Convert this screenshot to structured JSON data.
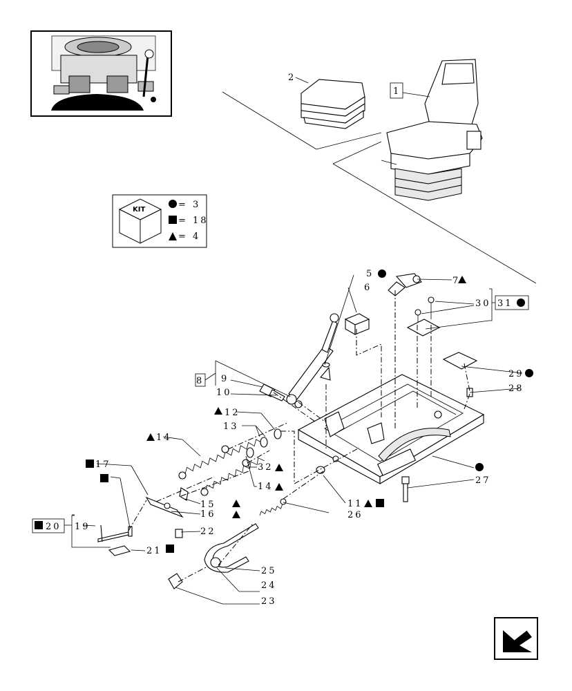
{
  "kit": {
    "label": "KIT",
    "legend": [
      {
        "symbol": "circle",
        "icon": "filled-circle-icon",
        "text": "= 3"
      },
      {
        "symbol": "square",
        "icon": "filled-square-icon",
        "text": "= 18"
      },
      {
        "symbol": "triangle",
        "icon": "filled-triangle-icon",
        "text": "= 4"
      }
    ]
  },
  "callouts": {
    "c1": "1",
    "c2": "2",
    "c5": "5",
    "c6": "6",
    "c7": "7",
    "c8": "8",
    "c9": "9",
    "c10": "10",
    "c11": "11",
    "c12": "12",
    "c13": "13",
    "c14a": "14",
    "c14b": "14",
    "c15": "15",
    "c16": "16",
    "c17": "17",
    "c19": "19",
    "c20": "20",
    "c21": "21",
    "c22": "22",
    "c23": "23",
    "c24": "24",
    "c25": "25",
    "c26": "26",
    "c27": "27",
    "c28": "28",
    "c29": "29",
    "c30": "30",
    "c31": "31",
    "c32": "32"
  },
  "colors": {
    "ink": "#000000",
    "paper": "#ffffff"
  },
  "icons": {
    "nav": "next-page-arrow-icon",
    "thumbnail": "tractor-cab-thumbnail-icon"
  }
}
